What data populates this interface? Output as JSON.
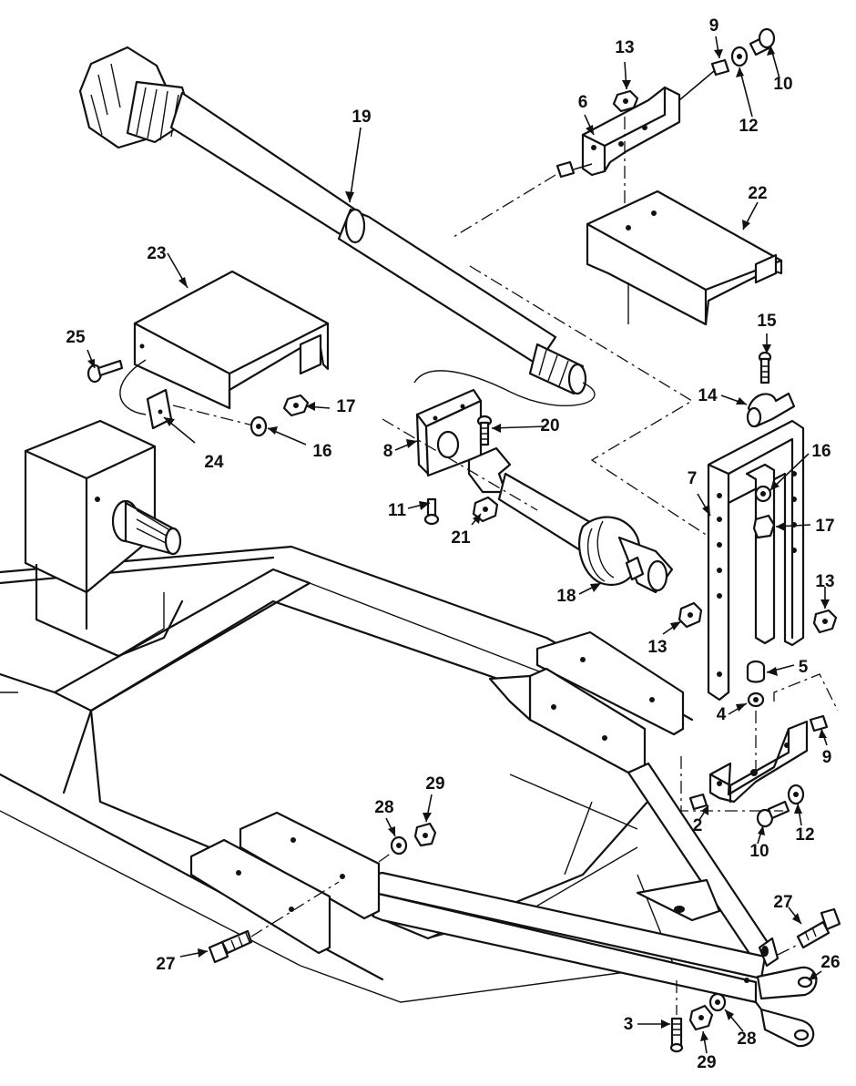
{
  "callouts": [
    {
      "id": "c2",
      "label": "2"
    },
    {
      "id": "c3",
      "label": "3"
    },
    {
      "id": "c4",
      "label": "4"
    },
    {
      "id": "c5",
      "label": "5"
    },
    {
      "id": "c6",
      "label": "6"
    },
    {
      "id": "c7",
      "label": "7"
    },
    {
      "id": "c8",
      "label": "8"
    },
    {
      "id": "c9a",
      "label": "9"
    },
    {
      "id": "c9b",
      "label": "9"
    },
    {
      "id": "c10a",
      "label": "10"
    },
    {
      "id": "c10b",
      "label": "10"
    },
    {
      "id": "c11",
      "label": "11"
    },
    {
      "id": "c12a",
      "label": "12"
    },
    {
      "id": "c12b",
      "label": "12"
    },
    {
      "id": "c13a",
      "label": "13"
    },
    {
      "id": "c13b",
      "label": "13"
    },
    {
      "id": "c13c",
      "label": "13"
    },
    {
      "id": "c14",
      "label": "14"
    },
    {
      "id": "c15",
      "label": "15"
    },
    {
      "id": "c16a",
      "label": "16"
    },
    {
      "id": "c16b",
      "label": "16"
    },
    {
      "id": "c17a",
      "label": "17"
    },
    {
      "id": "c17b",
      "label": "17"
    },
    {
      "id": "c18",
      "label": "18"
    },
    {
      "id": "c19",
      "label": "19"
    },
    {
      "id": "c20",
      "label": "20"
    },
    {
      "id": "c21",
      "label": "21"
    },
    {
      "id": "c22",
      "label": "22"
    },
    {
      "id": "c23",
      "label": "23"
    },
    {
      "id": "c24",
      "label": "24"
    },
    {
      "id": "c25",
      "label": "25"
    },
    {
      "id": "c26",
      "label": "26"
    },
    {
      "id": "c27a",
      "label": "27"
    },
    {
      "id": "c27b",
      "label": "27"
    },
    {
      "id": "c28a",
      "label": "28"
    },
    {
      "id": "c28b",
      "label": "28"
    },
    {
      "id": "c29a",
      "label": "29"
    },
    {
      "id": "c29b",
      "label": "29"
    }
  ]
}
